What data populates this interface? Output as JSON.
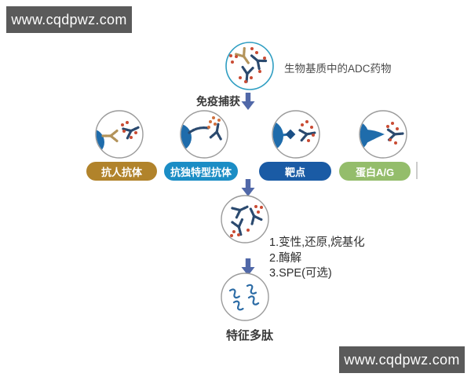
{
  "watermark": {
    "text": "www.cqdpwz.com",
    "bg": "#5a5a5a",
    "fg": "#fdfdfd"
  },
  "top": {
    "label": "生物基质中的ADC药物"
  },
  "capture": {
    "step_label": "免疫捕获",
    "methods": [
      {
        "label": "抗人抗体",
        "color": "#b1832b"
      },
      {
        "label": "抗独特型抗体",
        "color": "#1b8dc5"
      },
      {
        "label": "靶点",
        "color": "#1a5ba5"
      },
      {
        "label": "蛋白A/G",
        "color": "#94bd6b"
      }
    ]
  },
  "processing": {
    "steps": [
      "1.变性,还原,烷基化",
      "2.酶解",
      "3.SPE(可选)"
    ]
  },
  "result": {
    "label": "特征多肽"
  },
  "colors": {
    "arrow": "#5068a8",
    "bead": "#1f6cab",
    "antibody": "#2b4a6f",
    "antibody_gold": "#b3935a",
    "payload_dot": "#c94b33",
    "payload_dot_orange": "#d2703d",
    "peptide": "#2b6ba5",
    "circle_border": "#9b9b9b",
    "top_circle_border": "#2f9ec2"
  }
}
